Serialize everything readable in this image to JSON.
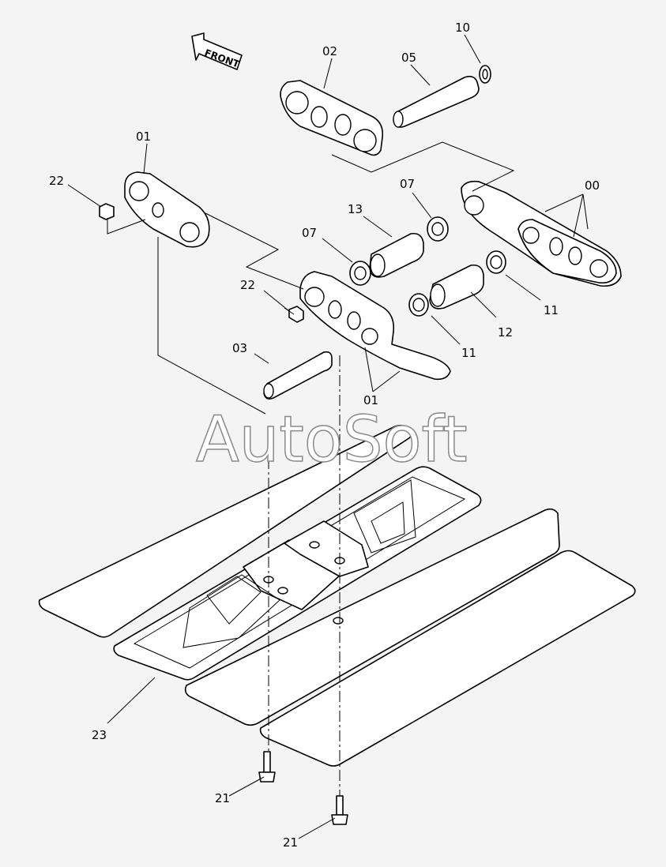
{
  "diagram": {
    "front_arrow": "FRONT",
    "watermark": "AutoSoft",
    "labels": {
      "p00": "00",
      "p01_upper": "01",
      "p01_lower": "01",
      "p02": "02",
      "p03": "03",
      "p05": "05",
      "p07_upper": "07",
      "p07_lower": "07",
      "p10": "10",
      "p11_upper": "11",
      "p11_lower": "11",
      "p12": "12",
      "p13": "13",
      "p21_upper": "21",
      "p21_lower": "21",
      "p22_upper": "22",
      "p22_lower": "22",
      "p23": "23"
    }
  }
}
